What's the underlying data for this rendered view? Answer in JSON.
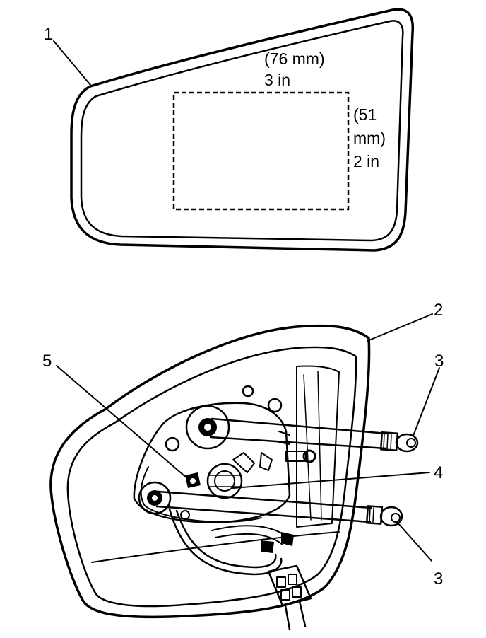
{
  "callouts": {
    "mirror_glass": "1",
    "mirror_housing": "2",
    "rod_upper": "3",
    "rod_lower": "3",
    "motor": "4",
    "pivot": "5"
  },
  "dimensions": {
    "width_metric": "(76 mm)",
    "width_imperial": "3 in",
    "height_metric_line1": "(51",
    "height_metric_line2": "mm)",
    "height_imperial": "2 in"
  }
}
